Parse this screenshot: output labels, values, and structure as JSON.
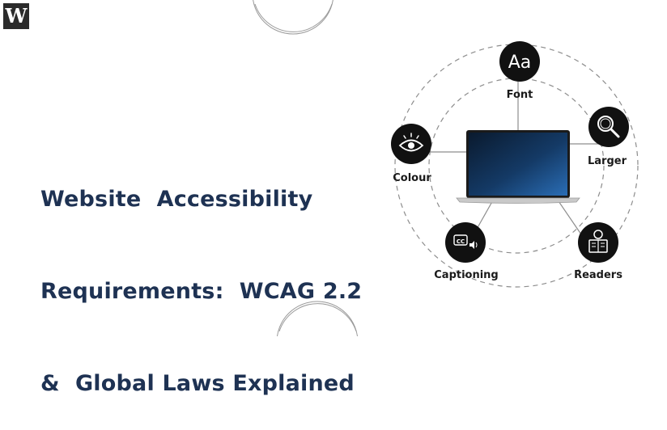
{
  "brand": {
    "logo_letter": "W"
  },
  "headline": {
    "line1": "Website  Accessibility",
    "line2": "Requirements:  WCAG 2.2",
    "line3": "&  Global Laws Explained"
  },
  "features": [
    {
      "label": "Font",
      "icon": "font-aa-icon",
      "glyph": "Aa"
    },
    {
      "label": "Larger",
      "icon": "magnifier-icon"
    },
    {
      "label": "Colour",
      "icon": "eye-icon"
    },
    {
      "label": "Captioning",
      "icon": "caption-cc-icon",
      "glyph": "CC"
    },
    {
      "label": "Readers",
      "icon": "reader-newspaper-icon"
    }
  ],
  "colors": {
    "headline": "#1e3253",
    "icon_circle": "#111111",
    "laptop_screen_start": "#0a1a2e",
    "laptop_screen_end": "#2a6db5"
  }
}
